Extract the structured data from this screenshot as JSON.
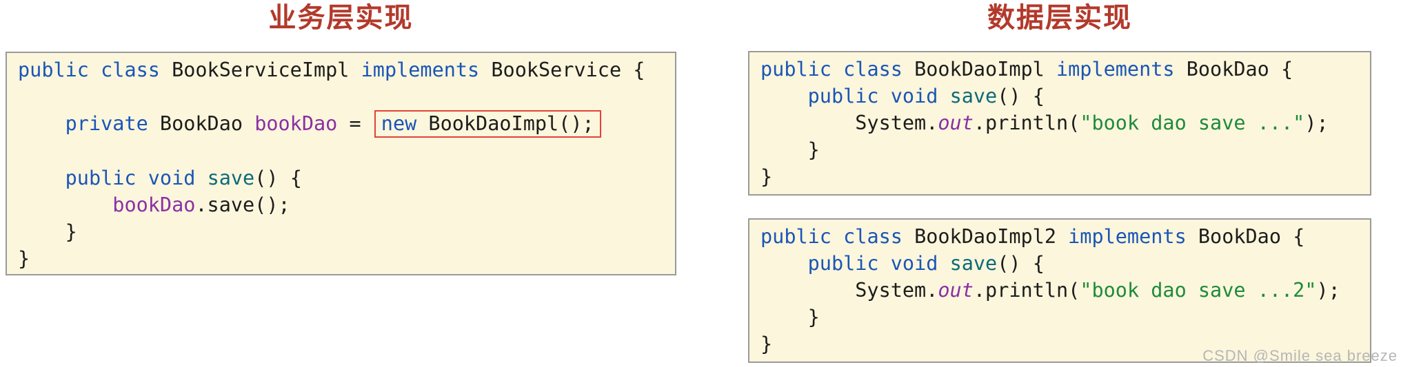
{
  "titles": {
    "left": "业务层实现",
    "right": "数据层实现"
  },
  "watermark": "CSDN @Smile sea breeze",
  "colors": {
    "title": "#b23a2b",
    "block_bg": "#fbf6dc",
    "block_border": "#9a9a9a",
    "red_box_border": "#e2413c",
    "syntax": {
      "keyword": "#1a55b7",
      "plain": "#1c1c1c",
      "method": "#0e6a7a",
      "field": "#8a2fa5",
      "static_field": "#8a2fa5",
      "string": "#1f8a3b"
    }
  },
  "code_blocks": [
    {
      "name": "business-layer-code",
      "lines": [
        {
          "tokens": [
            {
              "c": "kw",
              "t": "public"
            },
            {
              "c": "tx",
              "t": " "
            },
            {
              "c": "kw",
              "t": "class"
            },
            {
              "c": "tx",
              "t": " BookServiceImpl "
            },
            {
              "c": "kw",
              "t": "implements"
            },
            {
              "c": "tx",
              "t": " BookService {"
            }
          ]
        },
        {
          "tokens": []
        },
        {
          "tokens": [
            {
              "c": "tx",
              "t": "    "
            },
            {
              "c": "kw",
              "t": "private"
            },
            {
              "c": "tx",
              "t": " BookDao "
            },
            {
              "c": "fd",
              "t": "bookDao"
            },
            {
              "c": "tx",
              "t": " = "
            },
            {
              "box": [
                {
                  "c": "kw",
                  "t": "new"
                },
                {
                  "c": "tx",
                  "t": " BookDaoImpl();"
                }
              ]
            }
          ]
        },
        {
          "tokens": []
        },
        {
          "tokens": [
            {
              "c": "tx",
              "t": "    "
            },
            {
              "c": "kw",
              "t": "public"
            },
            {
              "c": "tx",
              "t": " "
            },
            {
              "c": "kw",
              "t": "void"
            },
            {
              "c": "tx",
              "t": " "
            },
            {
              "c": "fn",
              "t": "save"
            },
            {
              "c": "tx",
              "t": "() {"
            }
          ]
        },
        {
          "tokens": [
            {
              "c": "tx",
              "t": "        "
            },
            {
              "c": "fd",
              "t": "bookDao"
            },
            {
              "c": "tx",
              "t": ".save();"
            }
          ]
        },
        {
          "tokens": [
            {
              "c": "tx",
              "t": "    }"
            }
          ]
        },
        {
          "tokens": [
            {
              "c": "tx",
              "t": "}"
            }
          ]
        }
      ]
    },
    {
      "name": "data-layer-code-impl1",
      "lines": [
        {
          "tokens": [
            {
              "c": "kw",
              "t": "public"
            },
            {
              "c": "tx",
              "t": " "
            },
            {
              "c": "kw",
              "t": "class"
            },
            {
              "c": "tx",
              "t": " BookDaoImpl "
            },
            {
              "c": "kw",
              "t": "implements"
            },
            {
              "c": "tx",
              "t": " BookDao {"
            }
          ]
        },
        {
          "tokens": [
            {
              "c": "tx",
              "t": "    "
            },
            {
              "c": "kw",
              "t": "public"
            },
            {
              "c": "tx",
              "t": " "
            },
            {
              "c": "kw",
              "t": "void"
            },
            {
              "c": "tx",
              "t": " "
            },
            {
              "c": "fn",
              "t": "save"
            },
            {
              "c": "tx",
              "t": "() {"
            }
          ]
        },
        {
          "tokens": [
            {
              "c": "tx",
              "t": "        System."
            },
            {
              "c": "sf",
              "t": "out"
            },
            {
              "c": "tx",
              "t": ".println("
            },
            {
              "c": "st",
              "t": "\"book dao save ...\""
            },
            {
              "c": "tx",
              "t": ");"
            }
          ]
        },
        {
          "tokens": [
            {
              "c": "tx",
              "t": "    }"
            }
          ]
        },
        {
          "tokens": [
            {
              "c": "tx",
              "t": "}"
            }
          ]
        }
      ]
    },
    {
      "name": "data-layer-code-impl2",
      "lines": [
        {
          "tokens": [
            {
              "c": "kw",
              "t": "public"
            },
            {
              "c": "tx",
              "t": " "
            },
            {
              "c": "kw",
              "t": "class"
            },
            {
              "c": "tx",
              "t": " BookDaoImpl2 "
            },
            {
              "c": "kw",
              "t": "implements"
            },
            {
              "c": "tx",
              "t": " BookDao {"
            }
          ]
        },
        {
          "tokens": [
            {
              "c": "tx",
              "t": "    "
            },
            {
              "c": "kw",
              "t": "public"
            },
            {
              "c": "tx",
              "t": " "
            },
            {
              "c": "kw",
              "t": "void"
            },
            {
              "c": "tx",
              "t": " "
            },
            {
              "c": "fn",
              "t": "save"
            },
            {
              "c": "tx",
              "t": "() {"
            }
          ]
        },
        {
          "tokens": [
            {
              "c": "tx",
              "t": "        System."
            },
            {
              "c": "sf",
              "t": "out"
            },
            {
              "c": "tx",
              "t": ".println("
            },
            {
              "c": "st",
              "t": "\"book dao save ...2\""
            },
            {
              "c": "tx",
              "t": ");"
            }
          ]
        },
        {
          "tokens": [
            {
              "c": "tx",
              "t": "    }"
            }
          ]
        },
        {
          "tokens": [
            {
              "c": "tx",
              "t": "}"
            }
          ]
        }
      ]
    }
  ]
}
